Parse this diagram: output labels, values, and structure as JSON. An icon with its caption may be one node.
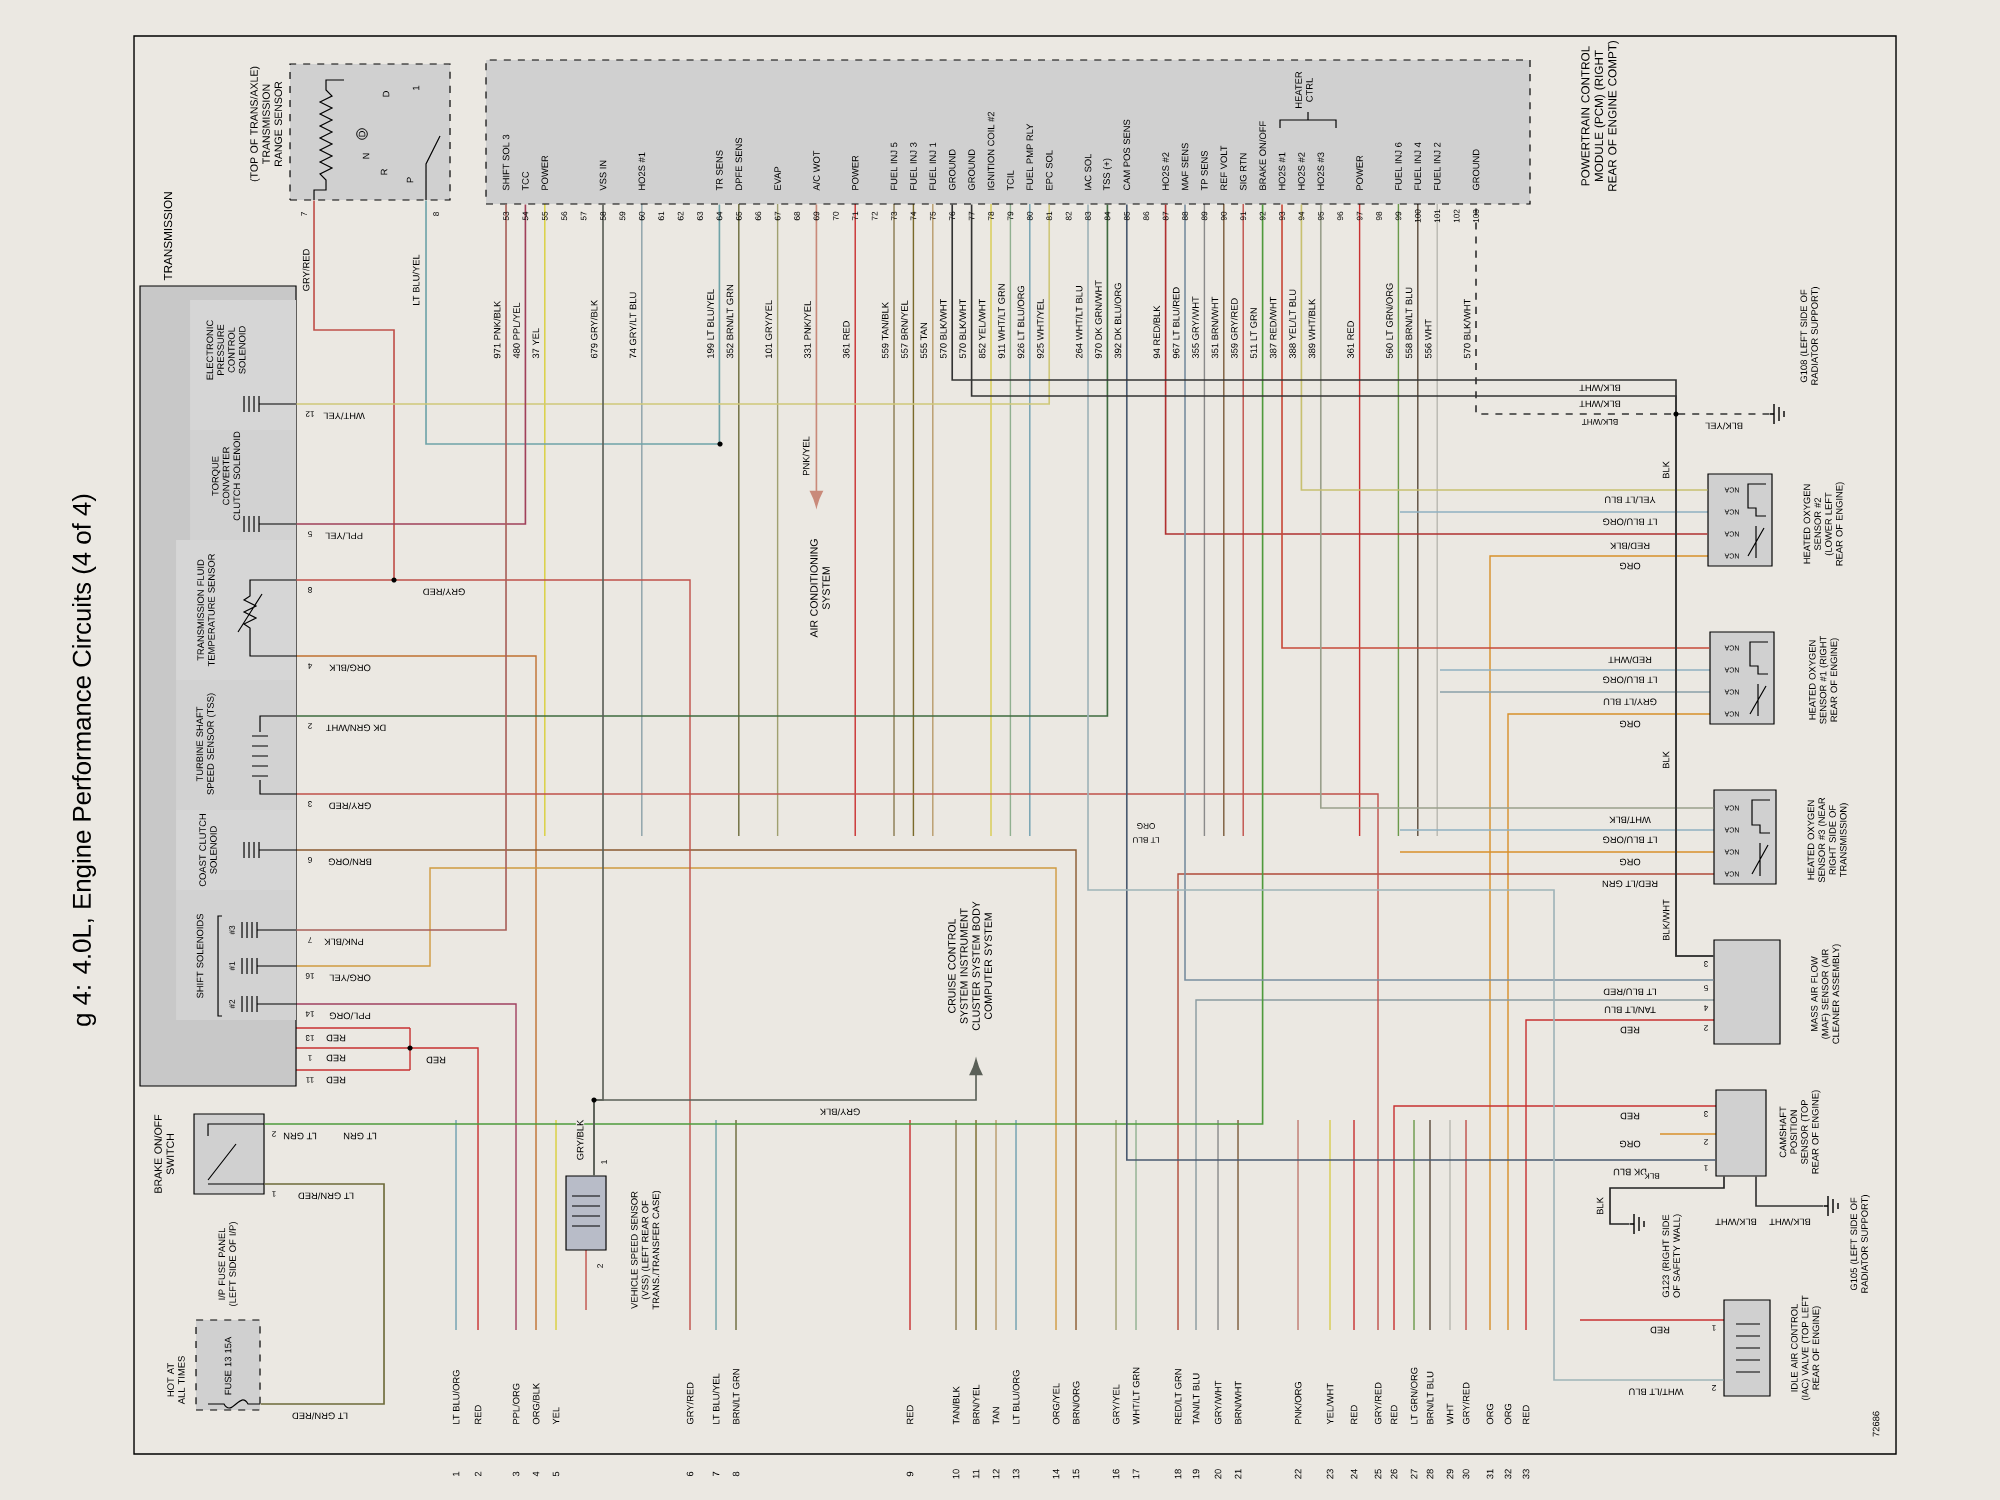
{
  "diagram": {
    "title": "g 4: 4.0L, Engine Performance Circuits (4 of 4)",
    "nodes": [
      {
        "text": [
          "(TOP OF TRANS/AXLE) TRANSMISSION RANGE SENSOR"
        ]
      },
      {
        "text": [
          "POWERTRAIN CONTROL MODULE (PCM) (RIGHT REAR OF ENGINE COMPT)",
          "SHIFT SOL 3",
          "TCC",
          "POWER",
          "VSS IN",
          "HO2S #1",
          "TR SENS",
          "DPFE SENS",
          "EVAP",
          "A/C WOT",
          "POWER",
          "FUEL INJ 5",
          "FUEL INJ 3",
          "FUEL INJ 1",
          "GROUND",
          "GROUND",
          "IGNITION COIL #2",
          "TCIL",
          "FUEL PMP RLY",
          "EPC SOL",
          "IAC SOL",
          "TSS (+)",
          "CAM POS SENS",
          "HO2S #2",
          "MAF SENS",
          "TP SENS",
          "REF VOLT",
          "SIG RTN",
          "BRAKE ON/OFF",
          "HO2S #1",
          "HO2S #2",
          "HO2S #3",
          "POWER",
          "FUEL INJ 6",
          "FUEL INJ 4",
          "FUEL INJ 2",
          "GROUND",
          "HEATER CTRL"
        ]
      },
      {
        "text": [
          "TRANSMISSION"
        ]
      },
      {
        "text": [
          "ELECTRONIC PRESSURE CONTROL SOLENOID"
        ],
        "in": 2
      },
      {
        "text": [
          "TORQUE CONVERTER CLUTCH SOLENOID"
        ],
        "in": 2
      },
      {
        "text": [
          "TRANSMISSION FLUID TEMPERATURE SENSOR"
        ],
        "in": 2
      },
      {
        "text": [
          "TURBINE SHAFT SPEED SENSOR (TSS)"
        ],
        "in": 2
      },
      {
        "text": [
          "COAST CLUTCH SOLENOID"
        ],
        "in": 2
      },
      {
        "text": [
          "SHIFT SOLENOIDS"
        ],
        "in": 2
      },
      {
        "text": [
          "BRAKE ON/OFF SWITCH"
        ]
      },
      {
        "text": [
          "I/P FUSE PANEL (LEFT SIDE OF I/P)",
          "FUSE 13 15A"
        ],
        "beside": [
          "HOT AT ALL TIMES"
        ]
      },
      {
        "text": [
          "VEHICLE SPEED SENSOR (VSS) (LEFT REAR OF TRANS./TRANSFER CASE)"
        ]
      },
      {
        "text": [
          "AIR CONDITIONING SYSTEM"
        ]
      },
      {
        "text": [
          "CRUISE CONTROL SYSTEM INSTRUMENT CLUSTER SYSTEM BODY COMPUTER SYSTEM"
        ]
      },
      {
        "text": [
          "HEATED OXYGEN SENSOR #2 (LOWER LEFT REAR OF ENGINE)"
        ]
      },
      {
        "text": [
          "HEATED OXYGEN SENSOR #1 (RIGHT REAR OF ENGINE)"
        ]
      },
      {
        "text": [
          "HEATED OXYGEN SENSOR #3 (NEAR RIGHT SIDE OF TRANSMISSION)"
        ]
      },
      {
        "text": [
          "MASS AIR FLOW (MAF) SENSOR (AIR CLEANER ASSEMBLY)"
        ]
      },
      {
        "text": [
          "CAMSHAFT POSITION SENSOR (TOP REAR OF ENGINE)"
        ]
      },
      {
        "text": [
          "IDLE AIR CONTROL (IAC) VALVE (TOP LEFT REAR OF ENGINE)"
        ]
      },
      {
        "text": [
          "G108 (LEFT SIDE OF RADIATOR SUPPORT)"
        ]
      },
      {
        "text": [
          "G123 (RIGHT SIDE OF SAFETY WALL)"
        ]
      },
      {
        "text": [
          "G105 (LEFT SIDE OF RADIATOR SUPPORT)"
        ]
      }
    ],
    "edges": [
      {
        "from": 0,
        "to": 1,
        "arrow": "none",
        "label": "LT BLU/YEL",
        "color": "#6fa3a8"
      },
      {
        "from": 0,
        "to": 5,
        "arrow": "none",
        "label": "GRY/RED",
        "color": "#c0504a"
      },
      {
        "from": 3,
        "to": 1,
        "arrow": "none",
        "label": "WHT/YEL",
        "color": "#cfc77a"
      },
      {
        "from": 4,
        "to": 1,
        "arrow": "none",
        "label": "PPL/YEL",
        "color": "#a0405a"
      },
      {
        "from": 6,
        "to": 1,
        "arrow": "none",
        "label": "DK GRN/WHT",
        "color": "#3f6b3f"
      },
      {
        "from": 8,
        "to": 1,
        "arrow": "none",
        "label": "PNK/BLK",
        "color": "#a9605a"
      },
      {
        "from": 9,
        "to": 1,
        "arrow": "none",
        "label": "LT GRN",
        "color": "#4f9a3c"
      },
      {
        "from": 9,
        "to": 10,
        "arrow": "none",
        "label": "LT GRN/RED",
        "color": "#6e6a3a"
      },
      {
        "from": 11,
        "to": 1,
        "arrow": "none",
        "label": "GRY/BLK",
        "color": "#5b6058"
      },
      {
        "from": 11,
        "to": 13,
        "arrow": "to",
        "label": "GRY/BLK",
        "color": "#5b6058"
      },
      {
        "from": 1,
        "to": 12,
        "arrow": "to",
        "label": "PNK/YEL",
        "color": "#c98a7a"
      },
      {
        "from": 14,
        "to": 1,
        "arrow": "none",
        "label": "RED/BLK",
        "color": "#b03030"
      },
      {
        "from": 15,
        "to": 1,
        "arrow": "none",
        "label": "RED/WHT",
        "color": "#c84a3a"
      },
      {
        "from": 16,
        "to": 1,
        "arrow": "none",
        "label": "WHT/BLK",
        "color": "#9aa08c"
      },
      {
        "from": 17,
        "to": 1,
        "arrow": "none",
        "label": "LT BLU/RED",
        "color": "#7a8fa0"
      },
      {
        "from": 18,
        "to": 1,
        "arrow": "none",
        "label": "DK BLU",
        "color": "#4a5a70"
      },
      {
        "from": 19,
        "to": 1,
        "arrow": "none",
        "label": "WHT/LT BLU",
        "color": "#9fb4b8"
      },
      {
        "from": 20,
        "to": 1,
        "arrow": "none",
        "label": "BLK/YEL",
        "style": "dashed",
        "color": "#333333"
      },
      {
        "from": 18,
        "to": 21,
        "arrow": "none",
        "label": "BLK",
        "color": "#222222"
      },
      {
        "from": 18,
        "to": 22,
        "arrow": "none",
        "label": "BLK/WHT",
        "color": "#333333"
      },
      {
        "from": 1,
        "to": 14,
        "arrow": "none",
        "label": "YEL/LT BLU",
        "color": "#c8c070"
      },
      {
        "from": 1,
        "to": 17,
        "arrow": "none",
        "label": "BLK/WHT",
        "color": "#333333"
      },
      {
        "from": 1,
        "to": 17,
        "arrow": "none",
        "label": "BLK/WHT",
        "color": "#333333"
      }
    ],
    "labels": [
      "D",
      "1",
      "D",
      "N",
      "R",
      "P",
      "7",
      "8",
      "12",
      "5",
      "8",
      "4",
      "2",
      "3",
      "6",
      "7",
      "16",
      "14",
      "13",
      "1",
      "11",
      "ORG/BLK",
      "GRY/RED",
      "BRN/ORG",
      "ORG/YEL",
      "PPL/ORG",
      "RED",
      "RED",
      "RED",
      "GRY/RED",
      "RED",
      "#3",
      "#1",
      "#2",
      "2",
      "1",
      "LT GRN",
      "LT GRN/RED",
      "1",
      "2",
      "NCA",
      "NCA",
      "NCA",
      "NCA",
      "LT BLU/ORG",
      "ORG",
      "NCA",
      "NCA",
      "NCA",
      "NCA",
      "LT BLU/ORG",
      "GRY/LT BLU",
      "ORG",
      "NCA",
      "NCA",
      "NCA",
      "NCA",
      "LT BLU/ORG",
      "ORG",
      "RED/LT GRN",
      "3",
      "5",
      "4",
      "2",
      "BLK/WHT",
      "TAN/LT BLU",
      "RED",
      "3",
      "2",
      "1",
      "RED",
      "ORG",
      "BLK",
      "BLK/WHT",
      "BLK/WHT",
      "BLK",
      "BLK",
      "1",
      "2",
      "RED",
      "LT BLU",
      "ORG",
      "72686",
      "53",
      "54",
      "55",
      "56",
      "57",
      "58",
      "59",
      "60",
      "61",
      "62",
      "63",
      "64",
      "65",
      "66",
      "67",
      "68",
      "69",
      "70",
      "71",
      "72",
      "73",
      "74",
      "75",
      "76",
      "77",
      "78",
      "79",
      "80",
      "81",
      "82",
      "83",
      "84",
      "85",
      "86",
      "87",
      "88",
      "89",
      "90",
      "91",
      "92",
      "93",
      "94",
      "95",
      "96",
      "97",
      "98",
      "99",
      "100",
      "101",
      "102",
      "103",
      "971 PNK/BLK",
      "480 PPL/YEL",
      "37 YEL",
      "679 GRY/BLK",
      "74 GRY/LT BLU",
      "199 LT BLU/YEL",
      "352 BRN/LT GRN",
      "101 GRY/YEL",
      "331 PNK/YEL",
      "361 RED",
      "559 TAN/BLK",
      "557 BRN/YEL",
      "555 TAN",
      "570 BLK/WHT",
      "570 BLK/WHT",
      "852 YEL/WHT",
      "911 WHT/LT GRN",
      "926 LT BLU/ORG",
      "925 WHT/YEL",
      "264 WHT/LT BLU",
      "970 DK GRN/WHT",
      "392 DK BLU/ORG",
      "94 RED/BLK",
      "967 LT BLU/RED",
      "355 GRY/WHT",
      "351 BRN/WHT",
      "359 GRY/RED",
      "511 LT GRN",
      "387 RED/WHT",
      "388 YEL/LT BLU",
      "389 WHT/BLK",
      "361 RED",
      "560 LT GRN/ORG",
      "558 BRN/LT BLU",
      "556 WHT",
      "570 BLK/WHT",
      "1",
      "2",
      "3",
      "4",
      "5",
      "6",
      "7",
      "8",
      "9",
      "10",
      "11",
      "12",
      "13",
      "14",
      "15",
      "16",
      "17",
      "18",
      "19",
      "20",
      "21",
      "22",
      "23",
      "24",
      "25",
      "26",
      "27",
      "28",
      "29",
      "30",
      "31",
      "32",
      "33",
      "LT BLU/ORG",
      "RED",
      "PPL/ORG",
      "ORG/BLK",
      "YEL",
      "GRY/RED",
      "LT BLU/YEL",
      "BRN/LT GRN",
      "RED",
      "TAN/BLK",
      "BRN/YEL",
      "TAN",
      "LT BLU/ORG",
      "ORG/YEL",
      "BRN/ORG",
      "GRY/YEL",
      "WHT/LT GRN",
      "RED/LT GRN",
      "TAN/LT BLU",
      "GRY/WHT",
      "BRN/WHT",
      "PNK/ORG",
      "YEL/WHT",
      "RED",
      "GRY/RED",
      "RED",
      "LT GRN/ORG",
      "BRN/LT BLU",
      "WHT",
      "GRY/RED",
      "ORG",
      "ORG",
      "RED"
    ]
  }
}
